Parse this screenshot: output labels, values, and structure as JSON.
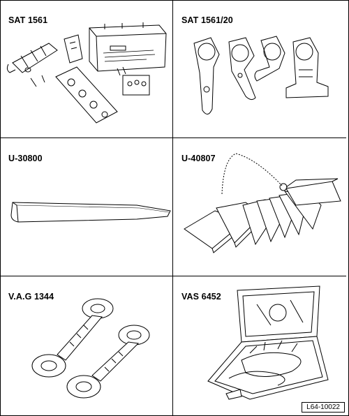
{
  "figure_code": "L64-10022",
  "panels": [
    {
      "label": "SAT 1561",
      "art": "oscillating-cutter-kit-illustration"
    },
    {
      "label": "SAT 1561/20",
      "art": "cutter-blades-illustration"
    },
    {
      "label": "U-30800",
      "art": "wedge-tool-illustration"
    },
    {
      "label": "U-40807",
      "art": "feeler-plates-on-chain-illustration"
    },
    {
      "label": "V.A.G 1344",
      "art": "suction-lifters-illustration"
    },
    {
      "label": "VAS 6452",
      "art": "tool-case-kit-illustration"
    }
  ]
}
